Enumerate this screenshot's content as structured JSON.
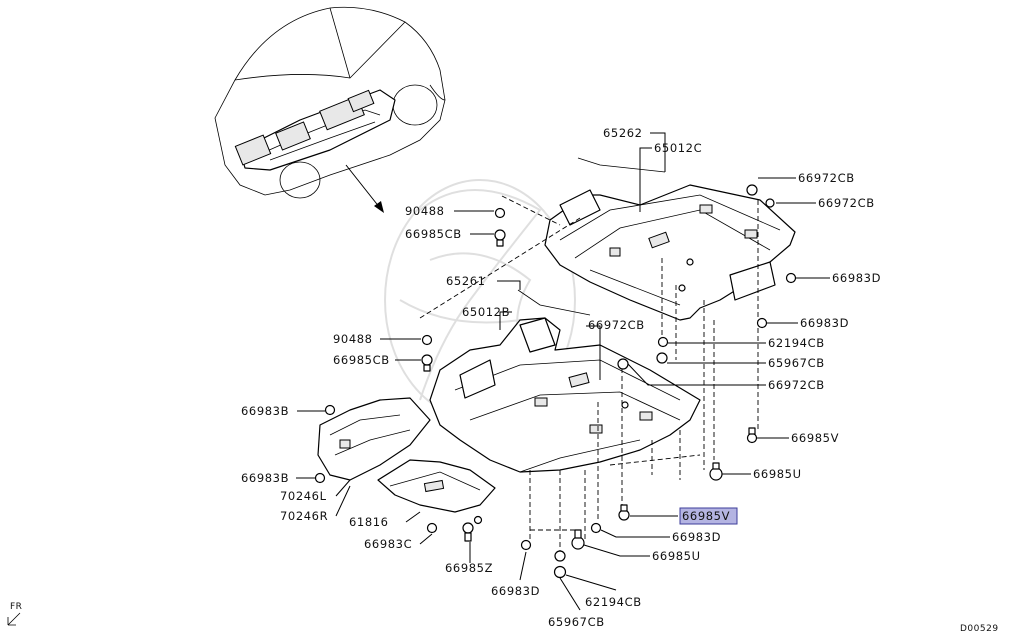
{
  "diagram": {
    "reference_code": "D00529",
    "direction_label": "FR",
    "highlight_color": "#b4b4e2",
    "parts": [
      "65262",
      "65012C",
      "66972CB",
      "66972CB",
      "90488",
      "66985CB",
      "66983D",
      "65261",
      "65012B",
      "66972CB",
      "90488",
      "66985CB",
      "66983D",
      "62194CB",
      "65967CB",
      "66972CB",
      "66983B",
      "66985V",
      "66983B",
      "66985U",
      "70246L",
      "70246R",
      "61816",
      "66985V",
      "66983C",
      "66983D",
      "66985U",
      "66985Z",
      "66983D",
      "62194CB",
      "65967CB"
    ],
    "highlighted_part_index": 23
  }
}
